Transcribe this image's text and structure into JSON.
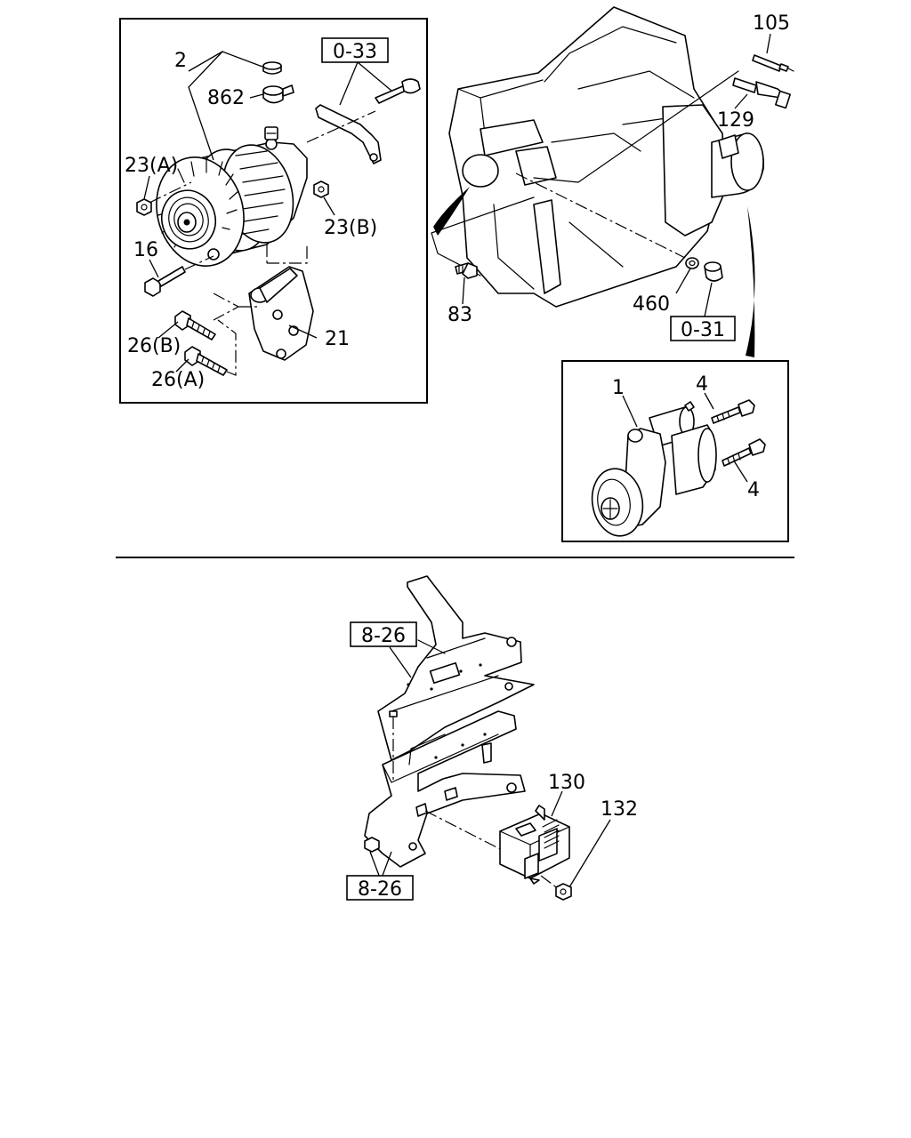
{
  "callouts": {
    "alternator": "2",
    "plug": "862",
    "nut_a": "23(A)",
    "nut_b": "23(B)",
    "bolt_16": "16",
    "bolt_b": "26(B)",
    "bolt_a": "26(A)",
    "bracket": "21",
    "sensor_105": "105",
    "sensor_129": "129",
    "washer": "460",
    "bolt_83": "83",
    "starter": "1",
    "starter_bolt_top": "4",
    "starter_bolt_bottom": "4",
    "controller": "130",
    "nut_132": "132"
  },
  "references": {
    "ref_033": "0-33",
    "ref_031": "0-31",
    "ref_826_top": "8-26",
    "ref_826_bottom": "8-26"
  }
}
